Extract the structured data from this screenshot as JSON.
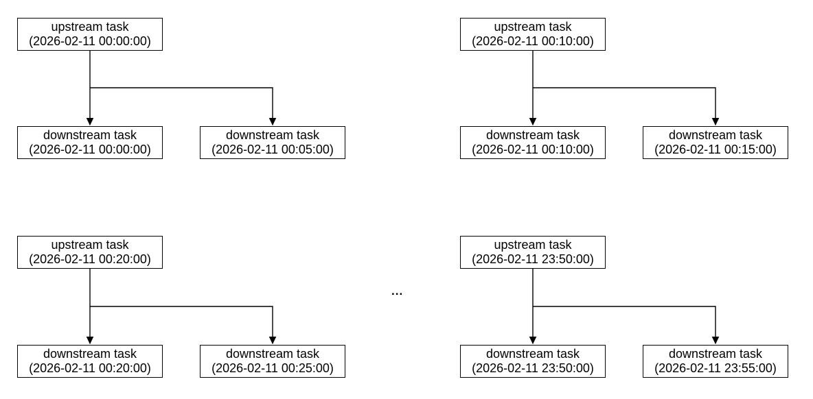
{
  "ellipsis": "...",
  "colors": {
    "stroke": "#000000",
    "node_fill": "#ffffff",
    "text": "#000000",
    "background": "#ffffff"
  },
  "groups": [
    {
      "upstream": {
        "label": "upstream task",
        "schedule": "(2026-02-11 00:00:00)"
      },
      "downstreams": [
        {
          "label": "downstream task",
          "schedule": "(2026-02-11 00:00:00)"
        },
        {
          "label": "downstream task",
          "schedule": "(2026-02-11 00:05:00)"
        }
      ]
    },
    {
      "upstream": {
        "label": "upstream task",
        "schedule": "(2026-02-11 00:10:00)"
      },
      "downstreams": [
        {
          "label": "downstream task",
          "schedule": "(2026-02-11 00:10:00)"
        },
        {
          "label": "downstream task",
          "schedule": "(2026-02-11 00:15:00)"
        }
      ]
    },
    {
      "upstream": {
        "label": "upstream task",
        "schedule": "(2026-02-11 00:20:00)"
      },
      "downstreams": [
        {
          "label": "downstream task",
          "schedule": "(2026-02-11 00:20:00)"
        },
        {
          "label": "downstream task",
          "schedule": "(2026-02-11 00:25:00)"
        }
      ]
    },
    {
      "upstream": {
        "label": "upstream task",
        "schedule": "(2026-02-11 23:50:00)"
      },
      "downstreams": [
        {
          "label": "downstream task",
          "schedule": "(2026-02-11 23:50:00)"
        },
        {
          "label": "downstream task",
          "schedule": "(2026-02-11 23:55:00)"
        }
      ]
    }
  ]
}
